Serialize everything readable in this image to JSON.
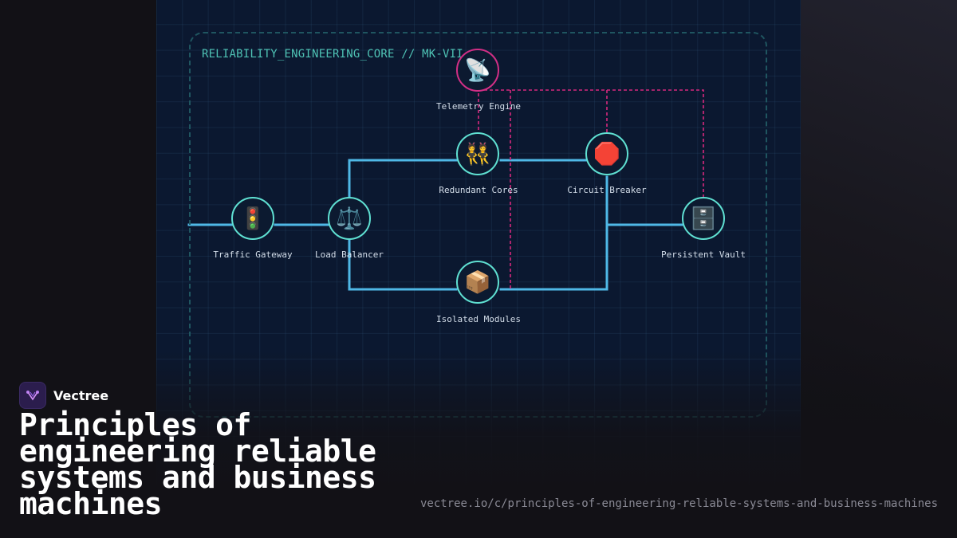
{
  "diagram": {
    "title": "RELIABILITY_ENGINEERING_CORE // MK-VII",
    "nodes": [
      {
        "id": "traffic-gateway",
        "label": "Traffic Gateway",
        "icon": "traffic-light-icon",
        "glyph": "🚦"
      },
      {
        "id": "load-balancer",
        "label": "Load Balancer",
        "icon": "balance-scale-icon",
        "glyph": "⚖️"
      },
      {
        "id": "redundant-cores",
        "label": "Redundant Cores",
        "icon": "twins-icon",
        "glyph": "👯"
      },
      {
        "id": "isolated-modules",
        "label": "Isolated Modules",
        "icon": "package-icon",
        "glyph": "📦"
      },
      {
        "id": "circuit-breaker",
        "label": "Circuit Breaker",
        "icon": "stop-sign-icon",
        "glyph": "🛑"
      },
      {
        "id": "persistent-vault",
        "label": "Persistent Vault",
        "icon": "file-cabinet-icon",
        "glyph": "🗄️"
      },
      {
        "id": "telemetry-engine",
        "label": "Telemetry Engine",
        "icon": "satellite-antenna-icon",
        "glyph": "📡"
      }
    ],
    "edges": [
      {
        "from": "traffic-gateway",
        "to": "load-balancer",
        "kind": "data-flow"
      },
      {
        "from": "load-balancer",
        "to": "redundant-cores",
        "kind": "data-flow"
      },
      {
        "from": "load-balancer",
        "to": "isolated-modules",
        "kind": "data-flow"
      },
      {
        "from": "redundant-cores",
        "to": "circuit-breaker",
        "kind": "data-flow"
      },
      {
        "from": "isolated-modules",
        "to": "circuit-breaker",
        "kind": "data-flow"
      },
      {
        "from": "circuit-breaker",
        "to": "persistent-vault",
        "kind": "data-flow"
      },
      {
        "from": "telemetry-engine",
        "to": "redundant-cores",
        "kind": "monitoring"
      },
      {
        "from": "telemetry-engine",
        "to": "isolated-modules",
        "kind": "monitoring"
      },
      {
        "from": "telemetry-engine",
        "to": "circuit-breaker",
        "kind": "monitoring"
      },
      {
        "from": "telemetry-engine",
        "to": "persistent-vault",
        "kind": "monitoring"
      }
    ],
    "colors": {
      "data_flow": "#4fb8e6",
      "monitoring": "#d6297e",
      "node_border": "#5fe0d2",
      "telemetry_border": "#d22f86",
      "title": "#4fc3b5"
    }
  },
  "brand": {
    "name": "Vectree",
    "logo_icon": "vectree-logo-icon"
  },
  "headline": "Principles of engineering reliable systems and business machines",
  "url": "vectree.io/c/principles-of-engineering-reliable-systems-and-business-machines"
}
